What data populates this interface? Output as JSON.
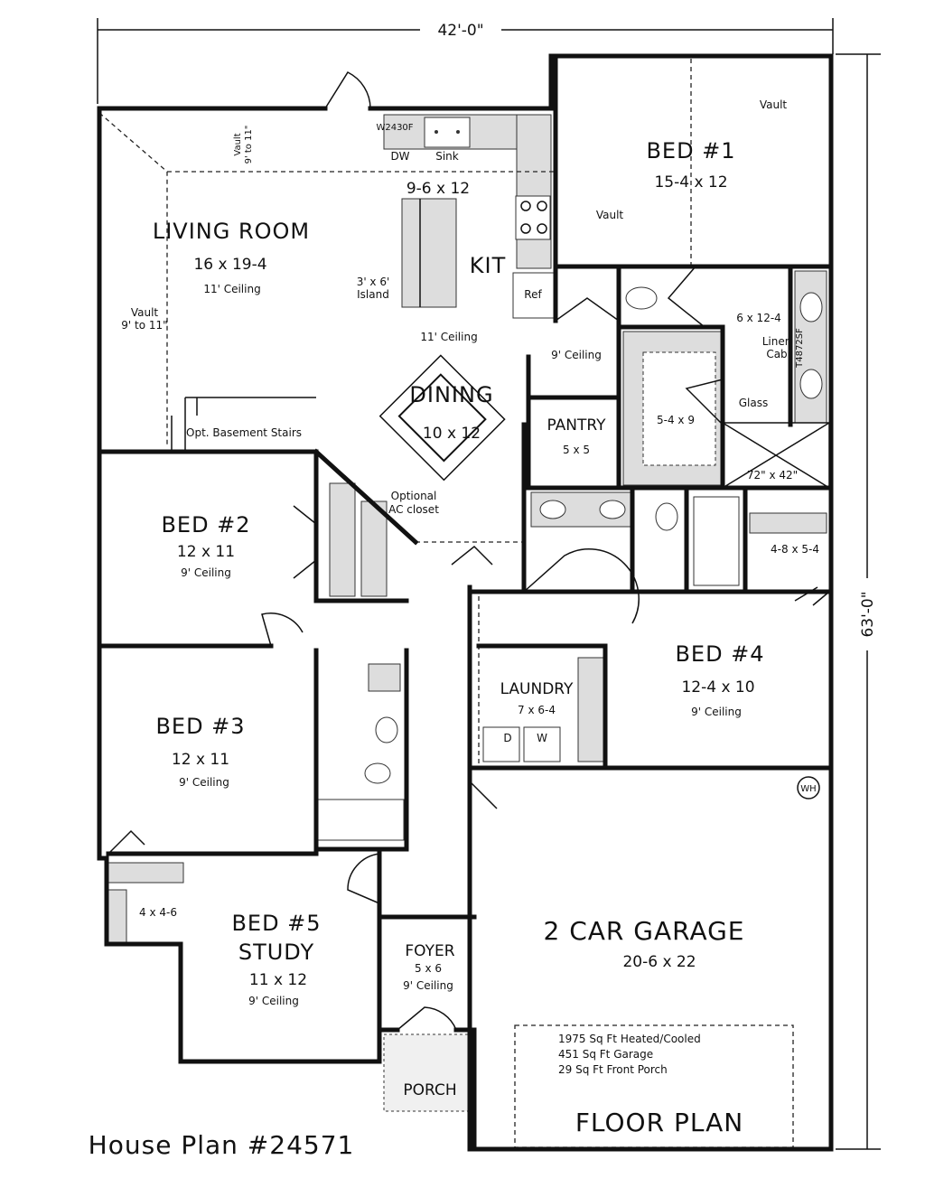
{
  "plan_title": "House Plan #24571",
  "floor_plan_label": "FLOOR PLAN",
  "dimensions": {
    "width": "42'-0\"",
    "depth": "63'-0\""
  },
  "rooms": {
    "living": {
      "name": "LIVING ROOM",
      "size": "16 x 19-4",
      "ceiling": "11' Ceiling"
    },
    "kitchen": {
      "name": "KIT",
      "size": "9-6 x 12",
      "ceiling": "11' Ceiling"
    },
    "dining": {
      "name": "DINING",
      "size": "10 x 12"
    },
    "bed1": {
      "name": "BED #1",
      "size": "15-4 x 12"
    },
    "master_bath": {
      "size": "6 x 12-4"
    },
    "master_closet": {
      "size": "5-4 x 9"
    },
    "shower": {
      "size": "72\" x 42\""
    },
    "pantry": {
      "name": "PANTRY",
      "size": "5 x 5",
      "ceiling": "9' Ceiling"
    },
    "bed2": {
      "name": "BED #2",
      "size": "12 x 11",
      "ceiling": "9' Ceiling"
    },
    "bed3": {
      "name": "BED #3",
      "size": "12 x 11",
      "ceiling": "9' Ceiling"
    },
    "bed4": {
      "name": "BED #4",
      "size": "12-4 x 10",
      "ceiling": "9' Ceiling"
    },
    "bed4_closet": {
      "size": "4-8 x 5-4"
    },
    "bed5": {
      "name": "BED #5",
      "name2": "STUDY",
      "size": "11 x 12",
      "ceiling": "9' Ceiling"
    },
    "bed5_closet": {
      "size": "4 x 4-6"
    },
    "laundry": {
      "name": "LAUNDRY",
      "size": "7 x 6-4"
    },
    "foyer": {
      "name": "FOYER",
      "size": "5 x 6",
      "ceiling": "9' Ceiling"
    },
    "porch": {
      "name": "PORCH"
    },
    "garage": {
      "name": "2 CAR GARAGE",
      "size": "20-6 x 22"
    }
  },
  "labels": {
    "vault": "Vault",
    "vault_9_11": "9' to 11\"",
    "island_1": "3' x 6'",
    "island_2": "Island",
    "dw": "DW",
    "sink": "Sink",
    "cabinet_code": "W2430F",
    "ref": "Ref",
    "linen_1": "Linen",
    "linen_2": "Cab",
    "linen_code": "T4872SF",
    "glass": "Glass",
    "opt_stairs": "Opt. Basement Stairs",
    "ac_1": "Optional",
    "ac_2": "AC closet",
    "wh": "WH",
    "washer": "D",
    "dryer": "W"
  },
  "stats": [
    "1975 Sq Ft Heated/Cooled",
    "451 Sq Ft Garage",
    "29 Sq Ft Front Porch"
  ]
}
